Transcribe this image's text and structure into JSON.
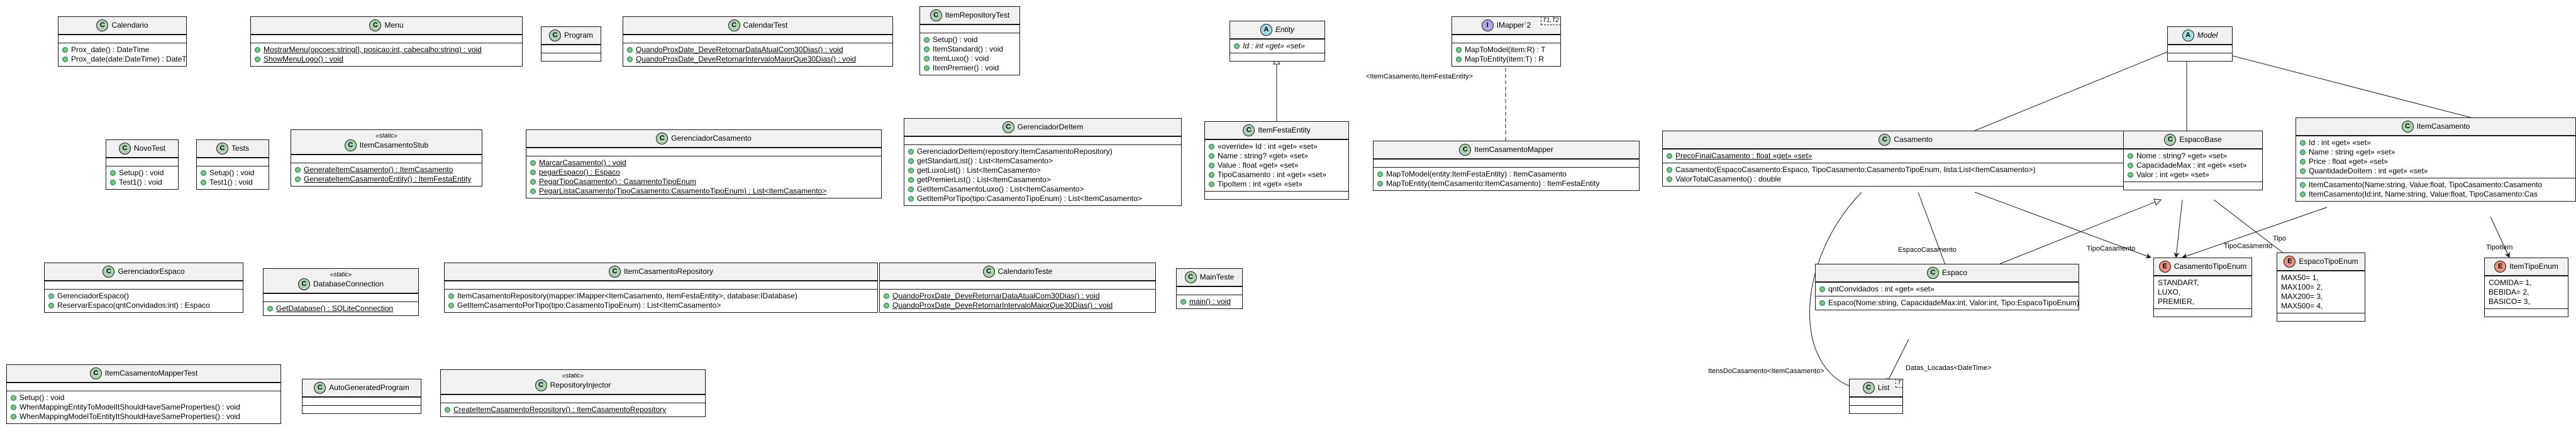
{
  "classes": [
    {
      "id": "calendario",
      "type": "C",
      "name": "Calendario",
      "stereo": "",
      "generic": "",
      "fields": [],
      "methods": [
        {
          "t": "Prox_date() : DateTime",
          "s": false
        },
        {
          "t": "Prox_date(date:DateTime) : DateTime",
          "s": false
        }
      ]
    },
    {
      "id": "menu",
      "type": "C",
      "name": "Menu",
      "stereo": "",
      "generic": "",
      "fields": [],
      "methods": [
        {
          "t": "MostrarMenu(opcoes:string[], posicao:int, cabecalho:string) : void",
          "s": true
        },
        {
          "t": "ShowMenuLogo() : void",
          "s": true
        }
      ]
    },
    {
      "id": "program",
      "type": "C",
      "name": "Program",
      "stereo": "",
      "generic": "",
      "fields": [],
      "methods": []
    },
    {
      "id": "calendartest",
      "type": "C",
      "name": "CalendarTest",
      "stereo": "",
      "generic": "",
      "fields": [],
      "methods": [
        {
          "t": "QuandoProxDate_DeveRetornarDataAtualCom30Dias() : void",
          "s": true
        },
        {
          "t": "QuandoProxDate_DeveRetornarIntervaloMaiorQue30Dias() : void",
          "s": true
        }
      ]
    },
    {
      "id": "itemrepositorytest",
      "type": "C",
      "name": "ItemRepositoryTest",
      "stereo": "",
      "generic": "",
      "fields": [],
      "methods": [
        {
          "t": "Setup() : void",
          "s": false
        },
        {
          "t": "ItemStandard() : void",
          "s": false
        },
        {
          "t": "ItemLuxo() : void",
          "s": false
        },
        {
          "t": "ItemPremier() : void",
          "s": false
        }
      ]
    },
    {
      "id": "entity",
      "type": "A",
      "name": "Entity",
      "stereo": "",
      "generic": "",
      "fields": [
        {
          "t": "Id : int «get» «set»",
          "s": false,
          "i": true
        }
      ],
      "methods": []
    },
    {
      "id": "imapper",
      "type": "I",
      "name": "IMapper`2",
      "stereo": "",
      "generic": "T1,T2",
      "fields": [],
      "methods": [
        {
          "t": "MapToModel(item:R) : T",
          "s": false
        },
        {
          "t": "MapToEntity(item:T) : R",
          "s": false
        }
      ]
    },
    {
      "id": "model",
      "type": "A",
      "name": "Model",
      "stereo": "",
      "generic": "",
      "fields": [],
      "methods": []
    },
    {
      "id": "novotest",
      "type": "C",
      "name": "NovoTest",
      "stereo": "",
      "generic": "",
      "fields": [],
      "methods": [
        {
          "t": "Setup() : void",
          "s": false
        },
        {
          "t": "Test1() : void",
          "s": false
        }
      ]
    },
    {
      "id": "tests",
      "type": "C",
      "name": "Tests",
      "stereo": "",
      "generic": "",
      "fields": [],
      "methods": [
        {
          "t": "Setup() : void",
          "s": false
        },
        {
          "t": "Test1() : void",
          "s": false
        }
      ]
    },
    {
      "id": "itemcasamentostub",
      "type": "C",
      "name": "ItemCasamentoStub",
      "stereo": "«static»",
      "generic": "",
      "fields": [],
      "methods": [
        {
          "t": "GenerateItemCasamento() : ItemCasamento",
          "s": true
        },
        {
          "t": "GenerateItemCasamentoEntity() : ItemFestaEntity",
          "s": true
        }
      ]
    },
    {
      "id": "gerenciadorcasamento",
      "type": "C",
      "name": "GerenciadorCasamento",
      "stereo": "",
      "generic": "",
      "fields": [],
      "methods": [
        {
          "t": "MarcarCasamento() : void",
          "s": true
        },
        {
          "t": "pegarEspaco() : Espaco",
          "s": true
        },
        {
          "t": "PegarTipoCasamento() : CasamentoTipoEnum",
          "s": true
        },
        {
          "t": "PegarListaCasamento(TipoCasamento:CasamentoTipoEnum) : List<ItemCasamento>",
          "s": true
        }
      ]
    },
    {
      "id": "gerenciadoritem",
      "type": "C",
      "name": "GerenciadorDeItem",
      "stereo": "",
      "generic": "",
      "fields": [],
      "methods": [
        {
          "t": "GerenciadorDeItem(repository:ItemCasamentoRepository)",
          "s": false
        },
        {
          "t": "getStandartList() : List<ItemCasamento>",
          "s": false
        },
        {
          "t": "getLuxoList() : List<ItemCasamento>",
          "s": false
        },
        {
          "t": "getPremierList() : List<ItemCasamento>",
          "s": false
        },
        {
          "t": "GetItemCasamentoLuxo() : List<ItemCasamento>",
          "s": false
        },
        {
          "t": "GetItemPorTipo(tipo:CasamentoTipoEnum) : List<ItemCasamento>",
          "s": false
        }
      ]
    },
    {
      "id": "itemfestaentity",
      "type": "C",
      "name": "ItemFestaEntity",
      "stereo": "",
      "generic": "",
      "fields": [
        {
          "t": "«override» Id : int «get» «set»",
          "s": false
        },
        {
          "t": "Name : string? «get» «set»",
          "s": false
        },
        {
          "t": "Value : float «get» «set»",
          "s": false
        },
        {
          "t": "TipoCasamento : int «get» «set»",
          "s": false
        },
        {
          "t": "TipoItem : int «get» «set»",
          "s": false
        }
      ],
      "methods": []
    },
    {
      "id": "itemcasamentomapper",
      "type": "C",
      "name": "ItemCasamentoMapper",
      "stereo": "",
      "generic": "",
      "fields": [],
      "methods": [
        {
          "t": "MapToModel(entity:ItemFestaEntity) : ItemCasamento",
          "s": false
        },
        {
          "t": "MapToEntity(itemCasamento:ItemCasamento) : ItemFestaEntity",
          "s": false
        }
      ]
    },
    {
      "id": "casamento",
      "type": "C",
      "name": "Casamento",
      "stereo": "",
      "generic": "",
      "fields": [
        {
          "t": "PrecoFinalCasamento : float «get» «set»",
          "s": true
        }
      ],
      "methods": [
        {
          "t": "Casamento(EspacoCasamento:Espaco, TipoCasamento:CasamentoTipoEnum, lista:List<ItemCasamento>)",
          "s": false
        },
        {
          "t": "ValorTotalCasamento() : double",
          "s": false
        }
      ]
    },
    {
      "id": "espacobase",
      "type": "C",
      "name": "EspacoBase",
      "stereo": "",
      "generic": "",
      "fields": [
        {
          "t": "Nome : string? «get» «set»",
          "s": false
        },
        {
          "t": "CapacidadeMax : int «get» «set»",
          "s": false
        },
        {
          "t": "Valor : int «get» «set»",
          "s": false
        }
      ],
      "methods": []
    },
    {
      "id": "itemcasamento",
      "type": "C",
      "name": "ItemCasamento",
      "stereo": "",
      "generic": "",
      "fields": [
        {
          "t": "Id : int «get» «set»",
          "s": false
        },
        {
          "t": "Name : string «get» «set»",
          "s": false
        },
        {
          "t": "Price : float «get» «set»",
          "s": false
        },
        {
          "t": "QuantidadeDoItem : int «get» «set»",
          "s": false
        }
      ],
      "methods": [
        {
          "t": "ItemCasamento(Name:string, Value:float, TipoCasamento:Casamento",
          "s": false
        },
        {
          "t": "ItemCasamento(Id:int, Name:string, Value:float, TipoCasamento:Cas",
          "s": false
        }
      ]
    },
    {
      "id": "espaco",
      "type": "C",
      "name": "Espaco",
      "stereo": "",
      "generic": "",
      "fields": [
        {
          "t": "qntConvidados : int «get» «set»",
          "s": false
        }
      ],
      "methods": [
        {
          "t": "Espaco(Nome:string, CapacidadeMax:int, Valor:int, Tipo:EspacoTipoEnum)",
          "s": false
        }
      ]
    },
    {
      "id": "casamentotipoenum",
      "type": "E",
      "name": "CasamentoTipoEnum",
      "stereo": "",
      "generic": "",
      "fields": [
        {
          "t": "STANDART,",
          "s": false,
          "plain": true
        },
        {
          "t": "LUXO,",
          "s": false,
          "plain": true
        },
        {
          "t": "PREMIER,",
          "s": false,
          "plain": true
        }
      ],
      "methods": []
    },
    {
      "id": "espacotipoenum",
      "type": "E",
      "name": "EspacoTipoEnum",
      "stereo": "",
      "generic": "",
      "fields": [
        {
          "t": "MAX50= 1,",
          "s": false,
          "plain": true
        },
        {
          "t": "MAX100= 2,",
          "s": false,
          "plain": true
        },
        {
          "t": "MAX200= 3,",
          "s": false,
          "plain": true
        },
        {
          "t": "MAX500= 4,",
          "s": false,
          "plain": true
        }
      ],
      "methods": []
    },
    {
      "id": "itemtipoenum",
      "type": "E",
      "name": "ItemTipoEnum",
      "stereo": "",
      "generic": "",
      "fields": [
        {
          "t": "COMIDA= 1,",
          "s": false,
          "plain": true
        },
        {
          "t": "BEBIDA= 2,",
          "s": false,
          "plain": true
        },
        {
          "t": "BASICO= 3,",
          "s": false,
          "plain": true
        }
      ],
      "methods": []
    },
    {
      "id": "gerenciadorespaco",
      "type": "C",
      "name": "GerenciadorEspaco",
      "stereo": "",
      "generic": "",
      "fields": [],
      "methods": [
        {
          "t": "GerenciadorEspaco()",
          "s": false
        },
        {
          "t": "ReservarEspaco(qntConvidados:int) : Espaco",
          "s": false
        }
      ]
    },
    {
      "id": "databaseconnection",
      "type": "C",
      "name": "DatabaseConnection",
      "stereo": "«static»",
      "generic": "",
      "fields": [],
      "methods": [
        {
          "t": "GetDatabase() : SQLiteConnection",
          "s": true
        }
      ]
    },
    {
      "id": "itemcasamentorepository",
      "type": "C",
      "name": "ItemCasamentoRepository",
      "stereo": "",
      "generic": "",
      "fields": [],
      "methods": [
        {
          "t": "ItemCasamentoRepository(mapper:IMapper<ItemCasamento, ItemFestaEntity>, database:IDatabase)",
          "s": false
        },
        {
          "t": "GetItemCasamentoPorTipo(tipo:CasamentoTipoEnum) : List<ItemCasamento>",
          "s": false
        }
      ]
    },
    {
      "id": "calendarioteste",
      "type": "C",
      "name": "CalendarioTeste",
      "stereo": "",
      "generic": "",
      "fields": [],
      "methods": [
        {
          "t": "QuandoProxDate_DeveRetornarDataAtualCom30Dias() : void",
          "s": true
        },
        {
          "t": "QuandoProxDate_DeveRetornarIntervaloMaiorQue30Dias() : void",
          "s": true
        }
      ]
    },
    {
      "id": "mainteste",
      "type": "C",
      "name": "MainTeste",
      "stereo": "",
      "generic": "",
      "fields": [],
      "methods": [
        {
          "t": "main() : void",
          "s": true
        }
      ]
    },
    {
      "id": "listT",
      "type": "C",
      "name": "List",
      "stereo": "",
      "generic": "T",
      "fields": [],
      "methods": []
    },
    {
      "id": "itemcasamentomappertest",
      "type": "C",
      "name": "ItemCasamentoMapperTest",
      "stereo": "",
      "generic": "",
      "fields": [],
      "methods": [
        {
          "t": "Setup() : void",
          "s": false
        },
        {
          "t": "WhenMappingEntityToModelItShouldHaveSameProperties() : void",
          "s": false
        },
        {
          "t": "WhenMappingModelToEntityItShouldHaveSameProperties() : void",
          "s": false
        }
      ]
    },
    {
      "id": "autogeneratedprogram",
      "type": "C",
      "name": "AutoGeneratedProgram",
      "stereo": "",
      "generic": "",
      "fields": [],
      "methods": []
    },
    {
      "id": "repositoryinjector",
      "type": "C",
      "name": "RepositoryInjector",
      "stereo": "«static»",
      "generic": "",
      "fields": [],
      "methods": [
        {
          "t": "CreateItemCasamentoRepository() : ItemCasamentoRepository",
          "s": true
        }
      ]
    }
  ],
  "labels": {
    "imapper_binding": "<ItemCasamento,ItemFestaEntity>",
    "espaco_casamento": "EspacoCasamento",
    "tipo_casamento_1": "TipoCasamento",
    "tipo_casamento_2": "TipoCasamento",
    "tipo": "Tipo",
    "tipo_item": "TipoItem",
    "itens_do_casamento": "ItensDoCasamento<ItemCasamento>",
    "datas_locadas": "Datas_Locadas<DateTime>"
  }
}
